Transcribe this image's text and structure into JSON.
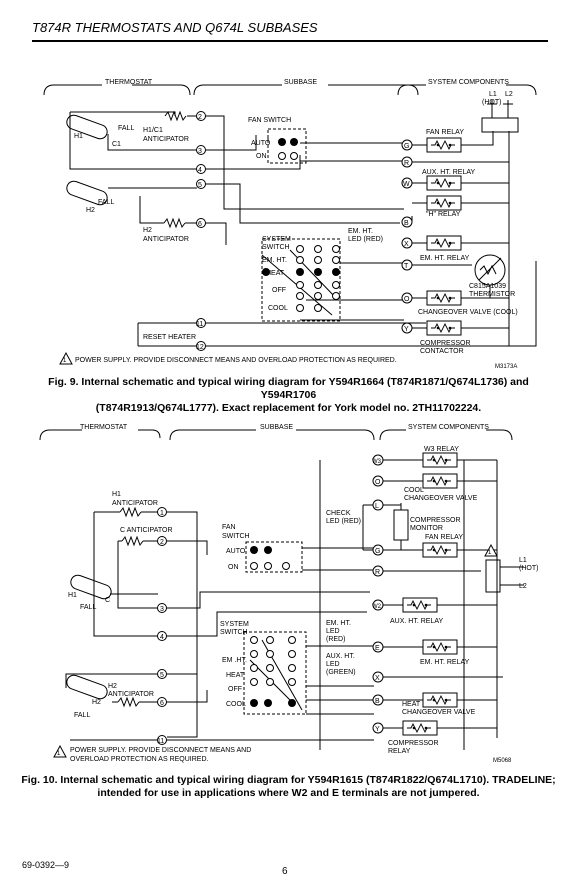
{
  "header": {
    "title": "T874R THERMOSTATS AND Q674L SUBBASES"
  },
  "footer": {
    "doc_number": "69-0392—9",
    "page_number": "6"
  },
  "fig9": {
    "section_thermostat": "THERMOSTAT",
    "section_subbase": "SUBBASE",
    "section_system": "SYSTEM COMPONENTS",
    "fall1": "FALL",
    "h1": "H1",
    "c1": "C1",
    "fall2": "FALL",
    "h2": "H2",
    "h1c1_anticipator_1": "H1/C1",
    "h1c1_anticipator_2": "ANTICIPATOR",
    "h2_anticipator_1": "H2",
    "h2_anticipator_2": "ANTICIPATOR",
    "reset_heater": "RESET HEATER",
    "t2": "2",
    "t3": "3",
    "t4": "4",
    "t5": "5",
    "t6": "6",
    "t11": "11",
    "t12": "12",
    "fan_switch": "FAN SWITCH",
    "auto": "AUTO",
    "on": "ON",
    "system_switch_1": "SYSTEM",
    "system_switch_2": "SWITCH",
    "em_ht": "EM. HT.",
    "heat": "HEAT",
    "off": "OFF",
    "cool": "COOL",
    "em_ht_led_1": "EM. HT.",
    "em_ht_led_2": "LED (RED)",
    "G": "G",
    "R": "R",
    "W": "W",
    "B": "B",
    "X": "X",
    "T": "T",
    "O": "O",
    "Y": "Y",
    "l1": "L1",
    "hot": "(HOT)",
    "l2": "L2",
    "fan_relay": "FAN RELAY",
    "aux_ht_relay": "AUX. HT. RELAY",
    "h_relay": "\"H\" RELAY",
    "em_ht_relay": "EM. HT. RELAY",
    "thermistor_1": "C815A1039",
    "thermistor_2": "THERMISTOR",
    "changeover_valve": "CHANGEOVER VALVE (COOL)",
    "compressor_contactor_1": "COMPRESSOR",
    "compressor_contactor_2": "CONTACTOR",
    "power_note": "POWER SUPPLY. PROVIDE DISCONNECT MEANS AND OVERLOAD PROTECTION AS REQUIRED.",
    "note_num": "1",
    "drawing_id": "M3173A"
  },
  "fig9_caption": {
    "line1": "Fig. 9. Internal schematic and typical wiring diagram for Y594R1664 (T874R1871/Q674L1736) and Y594R1706",
    "line2": "(T874R1913/Q674L1777).  Exact replacement for York model no. 2TH11702224."
  },
  "fig10": {
    "section_thermostat": "THERMOSTAT",
    "section_subbase": "SUBBASE",
    "section_system": "SYSTEM COMPONENTS",
    "h1_anticipator_1": "H1",
    "h1_anticipator_2": "ANTICIPATOR",
    "c_anticipator": "C ANTICIPATOR",
    "h1": "H1",
    "c": "C",
    "fall1": "FALL",
    "h2": "H2",
    "fall2": "FALL",
    "h2_anticipator_1": "H2",
    "h2_anticipator_2": "ANTICIPATOR",
    "t1": "1",
    "t2": "2",
    "t3": "3",
    "t4": "4",
    "t5": "5",
    "t6": "6",
    "t11": "11",
    "fan_switch_1": "FAN",
    "fan_switch_2": "SWITCH",
    "auto": "AUTO",
    "on": "ON",
    "system_switch_1": "SYSTEM",
    "system_switch_2": "SWITCH",
    "em_ht": "EM .HT.",
    "heat": "HEAT",
    "off": "OFF",
    "cool": "COOL",
    "check_led_1": "CHECK",
    "check_led_2": "LED (RED)",
    "em_ht_led_1": "EM. HT.",
    "em_ht_led_2": "LED",
    "em_ht_led_3": "(RED)",
    "aux_led_1": "AUX. HT.",
    "aux_led_2": "LED",
    "aux_led_3": "(GREEN)",
    "W3": "W3",
    "O": "O",
    "L": "L",
    "G": "G",
    "R": "R",
    "W2": "W2",
    "E": "E",
    "X": "X",
    "B": "B",
    "Y": "Y",
    "w3_relay": "W3 RELAY",
    "cool_changeover_1": "COOL",
    "cool_changeover_2": "CHANGEOVER VALVE",
    "compressor_monitor_1": "COMPRESSOR",
    "compressor_monitor_2": "MONITOR",
    "fan_relay": "FAN RELAY",
    "l1": "L1",
    "hot": "(HOT)",
    "l2": "L2",
    "aux_ht_relay": "AUX. HT. RELAY",
    "em_ht_relay": "EM. HT. RELAY",
    "heat_changeover_1": "HEAT",
    "heat_changeover_2": "CHANGEOVER VALVE",
    "compressor_relay_1": "COMPRESSOR",
    "compressor_relay_2": "RELAY",
    "power_note_1": "POWER SUPPLY. PROVIDE DISCONNECT MEANS AND",
    "power_note_2": "OVERLOAD PROTECTION AS REQUIRED.",
    "note_num": "1",
    "drawing_id": "M5068"
  },
  "fig10_caption": {
    "line1": "Fig. 10. Internal schematic and typical wiring diagram for Y594R1615 (T874R1822/Q674L1710). TRADELINE;",
    "line2": "intended for use in applications where W2 and E terminals are not jumpered."
  }
}
